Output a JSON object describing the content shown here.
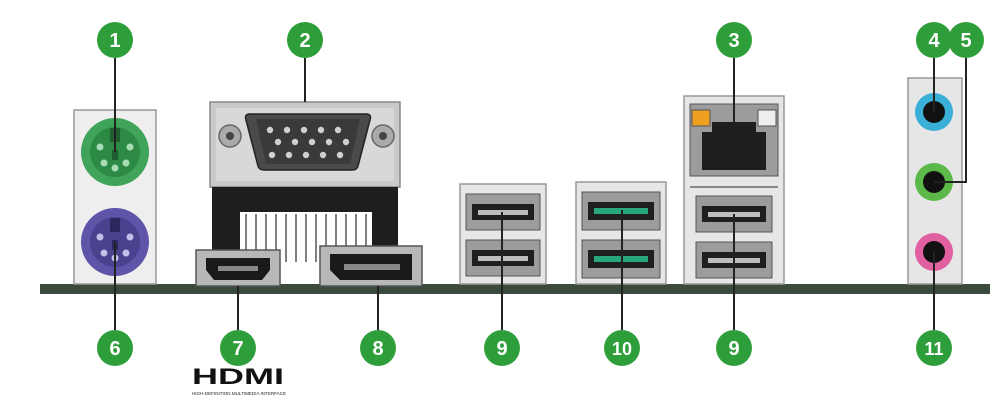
{
  "colors": {
    "callout": "#2e9e3a",
    "board": "#3a4a3c",
    "metal": "#9a9a9a",
    "metal_dark": "#4a4a4a",
    "ps2_mouse": "#3fa35a",
    "ps2_keyboard": "#5f55a8",
    "usb3_insert": "#26a87a",
    "audio_line_in": "#3ab0d8",
    "audio_line_out": "#5cb848",
    "audio_mic": "#e060a0",
    "led_orange": "#f0a020"
  },
  "callouts": [
    {
      "id": "1",
      "label": "1",
      "port": "ps2-mouse-port"
    },
    {
      "id": "2",
      "label": "2",
      "port": "vga-port"
    },
    {
      "id": "3",
      "label": "3",
      "port": "lan-port"
    },
    {
      "id": "4",
      "label": "4",
      "port": "audio-line-in"
    },
    {
      "id": "5",
      "label": "5",
      "port": "audio-line-out"
    },
    {
      "id": "6",
      "label": "6",
      "port": "ps2-keyboard-port"
    },
    {
      "id": "7",
      "label": "7",
      "port": "hdmi-port"
    },
    {
      "id": "8",
      "label": "8",
      "port": "displayport"
    },
    {
      "id": "9a",
      "label": "9",
      "port": "usb2-ports-left"
    },
    {
      "id": "10",
      "label": "10",
      "port": "usb3-ports"
    },
    {
      "id": "9b",
      "label": "9",
      "port": "usb2-ports-lan"
    },
    {
      "id": "11",
      "label": "11",
      "port": "audio-mic-in"
    }
  ],
  "logo": {
    "wordmark": "HDMI",
    "tagline": "HIGH-DEFINITION MULTIMEDIA INTERFACE"
  }
}
